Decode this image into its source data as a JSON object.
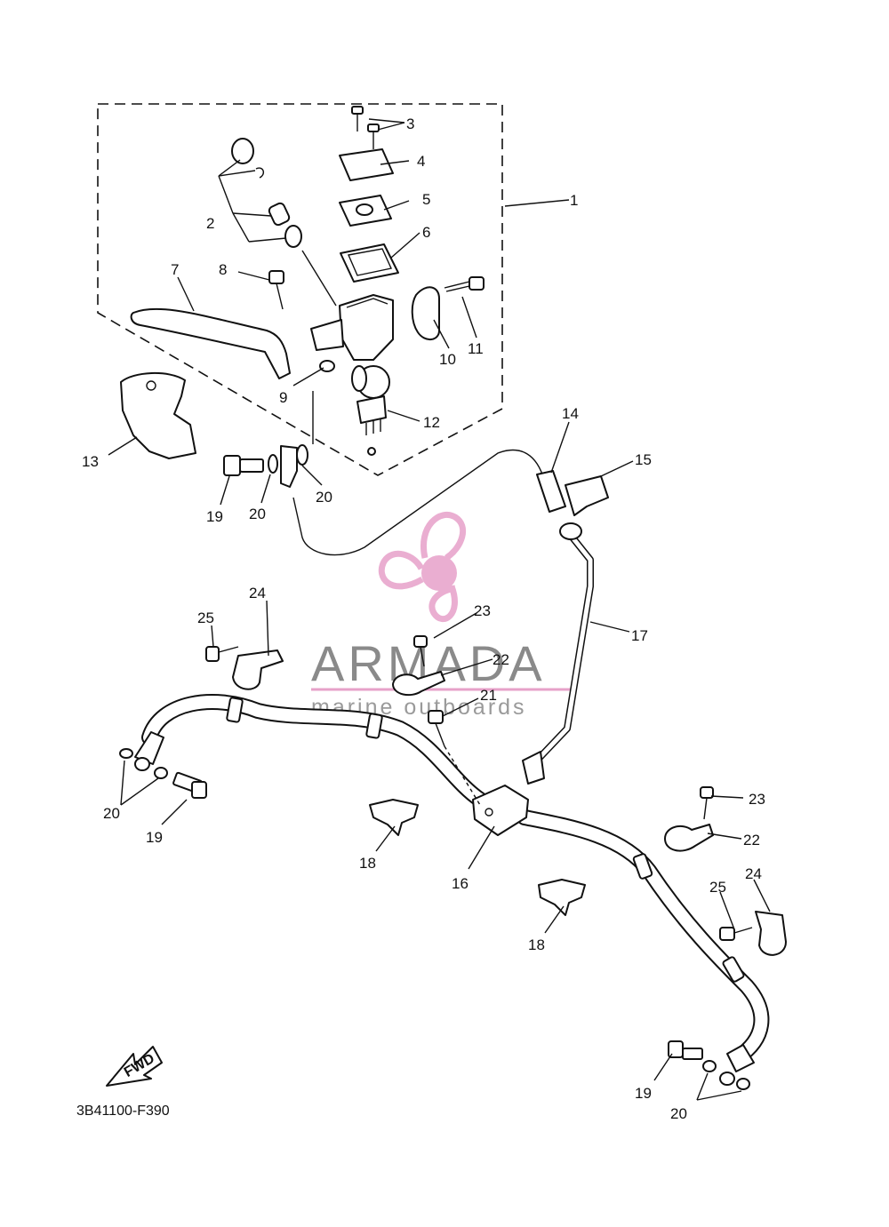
{
  "diagram": {
    "code": "3B41100-F390",
    "fwd_label": "FWD",
    "callouts": {
      "n1": "1",
      "n2": "2",
      "n3": "3",
      "n4": "4",
      "n5": "5",
      "n6": "6",
      "n7": "7",
      "n8": "8",
      "n9": "9",
      "n10": "10",
      "n11": "11",
      "n12": "12",
      "n13": "13",
      "n14": "14",
      "n15": "15",
      "n16": "16",
      "n17": "17",
      "n18a": "18",
      "n18b": "18",
      "n19a": "19",
      "n19b": "19",
      "n19c": "19",
      "n20a": "20",
      "n20b": "20",
      "n20c": "20",
      "n20d": "20",
      "n21": "21",
      "n22a": "22",
      "n22b": "22",
      "n23a": "23",
      "n23b": "23",
      "n24a": "24",
      "n24b": "24",
      "n25a": "25",
      "n25b": "25"
    }
  },
  "watermark": {
    "brand": "ARMADA",
    "tagline": "marine outboards",
    "color": "#e7a1c9"
  }
}
